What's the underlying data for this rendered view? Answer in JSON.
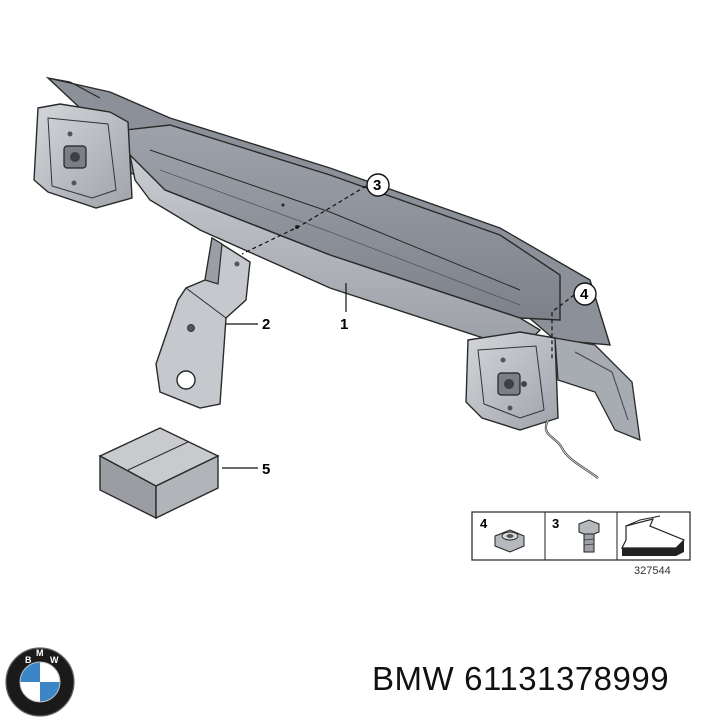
{
  "callouts": {
    "c1": "1",
    "c2": "2",
    "c3": "3",
    "c4": "4",
    "c5": "5"
  },
  "legend": {
    "item_nut": "4",
    "item_bolt": "3"
  },
  "diagram_ref": "327544",
  "footer": {
    "brand": "BMW",
    "part_number": "61131378999"
  },
  "logo": {
    "letters": "BMW",
    "colors": {
      "ring": "#1a1a1a",
      "blue": "#3b86c6",
      "white": "#ffffff"
    }
  }
}
